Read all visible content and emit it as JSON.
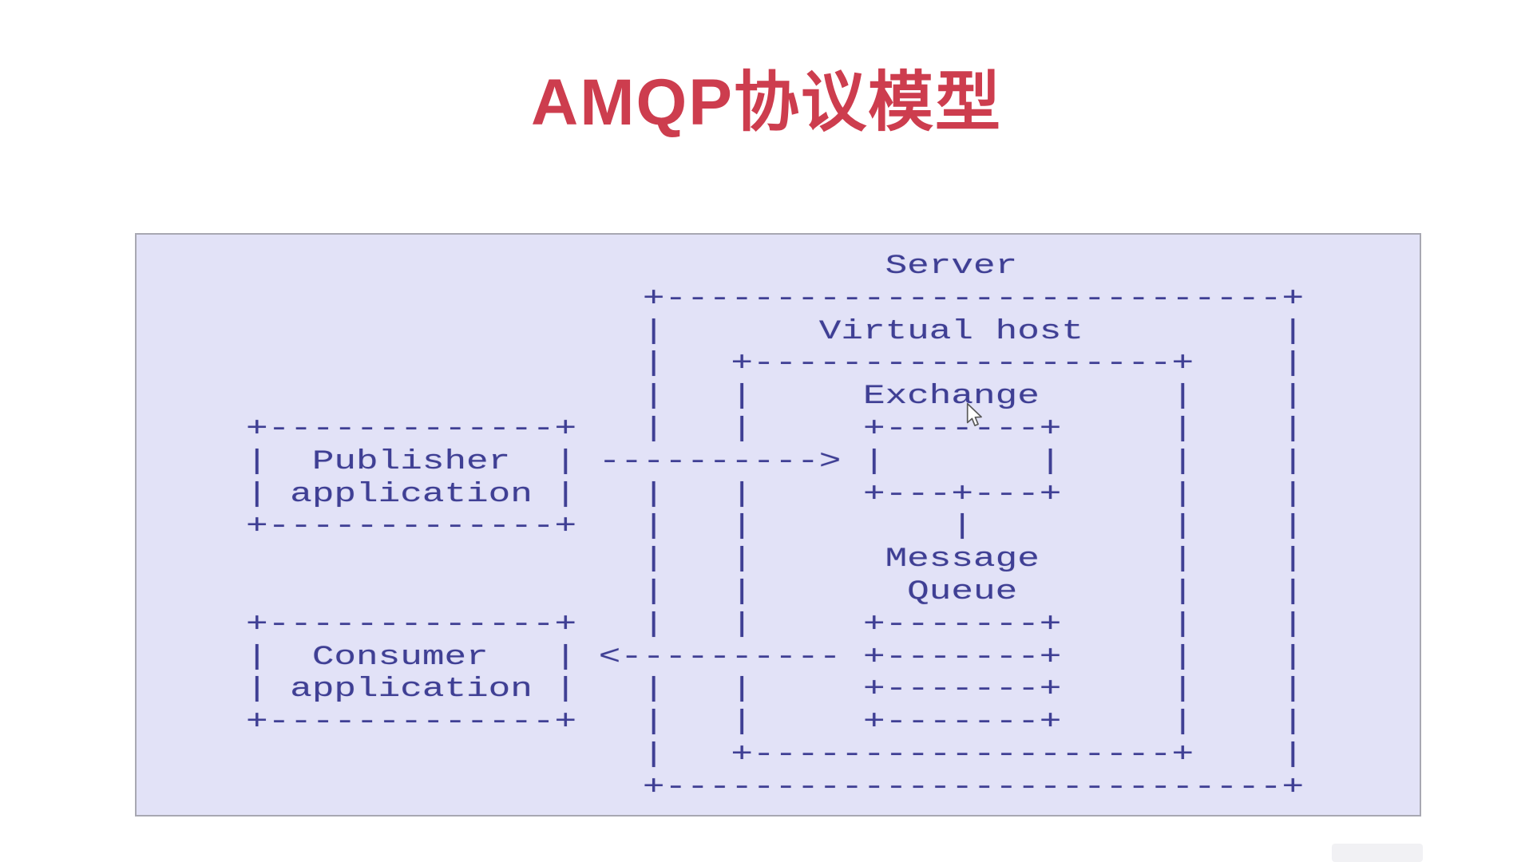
{
  "colors": {
    "title_color": "#cd3d4e",
    "panel_bg": "#e2e2f7",
    "panel_border": "#a8a8b2",
    "diagram_text": "#3f3f94"
  },
  "title": {
    "text": "AMQP协议模型"
  },
  "diagram": {
    "labels": {
      "server": "Server",
      "virtual_host": "Virtual host",
      "exchange": "Exchange",
      "message_queue_line1": "Message",
      "message_queue_line2": "Queue",
      "publisher_line1": "Publisher",
      "publisher_line2": "application",
      "consumer_line1": "Consumer",
      "consumer_line2": "application"
    },
    "arrows": {
      "publisher_to_exchange": "---------->",
      "queue_to_consumer": "<----------"
    },
    "ascii_lines": [
      "                             Server",
      "                  +----------------------------+",
      "                  |       Virtual host         |",
      "                  |   +-------------------+    |",
      "                  |   |     Exchange      |    |",
      "+-------------+   |   |     +-------+     |    |",
      "|  Publisher  | ----------> |       |     |    |",
      "| application |   |   |     +---+---+     |    |",
      "+-------------+   |   |         |         |    |",
      "                  |   |      Message      |    |",
      "                  |   |       Queue       |    |",
      "+-------------+   |   |     +-------+     |    |",
      "|  Consumer   | <---------- +-------+     |    |",
      "| application |   |   |     +-------+     |    |",
      "+-------------+   |   |     +-------+     |    |",
      "                  |   +-------------------+    |",
      "                  +----------------------------+"
    ]
  }
}
